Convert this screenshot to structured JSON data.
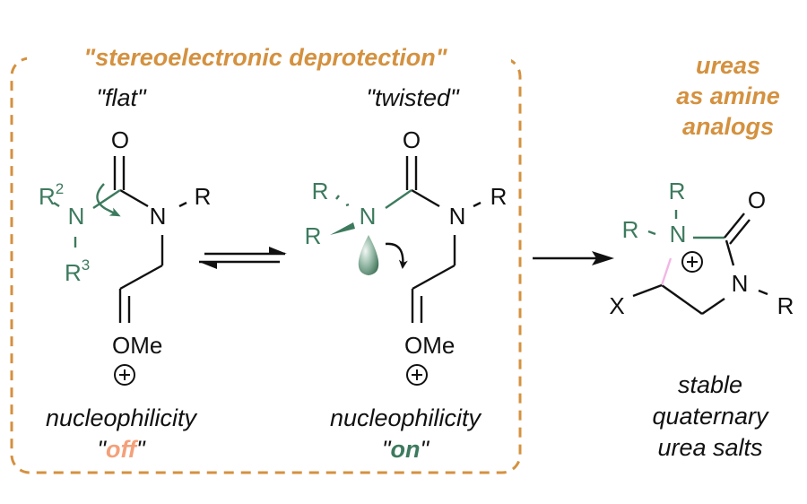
{
  "colors": {
    "accent_gold": "#d4913f",
    "green": "#3d7a5e",
    "off_salmon": "#f4a07a",
    "black": "#111111",
    "new_bond_pink": "#f2b6e6"
  },
  "box_title": "\"stereoelectronic deprotection\"",
  "left": {
    "label": "\"flat\"",
    "atoms": {
      "o": "O",
      "n_right": "N",
      "r_right": "R",
      "r2_base": "R",
      "r2_sup": "2",
      "n_left": "N",
      "r3_base": "R",
      "r3_sup": "3",
      "ome": "OMe",
      "plus": "+"
    },
    "caption": "nucleophilicity",
    "state_q1": "\"",
    "state": "off",
    "state_q2": "\""
  },
  "middle": {
    "label": "\"twisted\"",
    "atoms": {
      "o": "O",
      "n_left": "N",
      "r_top": "R",
      "r_wedge": "R",
      "n_right": "N",
      "r_right": "R",
      "ome": "OMe",
      "plus": "+"
    },
    "caption": "nucleophilicity",
    "state_q1": "\"",
    "state": "on",
    "state_q2": "\""
  },
  "right": {
    "title_lines": [
      "ureas",
      "as amine",
      "analogs"
    ],
    "atoms": {
      "r_top": "R",
      "r_left": "R",
      "n_plus": "N",
      "plus": "+",
      "o": "O",
      "n_ring": "N",
      "r_ring": "R",
      "x": "X"
    },
    "caption_lines": [
      "stable",
      "quaternary",
      "urea salts"
    ]
  },
  "arrows": {
    "equilibrium": "equilibrium-arrows",
    "reaction": "reaction-arrow"
  }
}
